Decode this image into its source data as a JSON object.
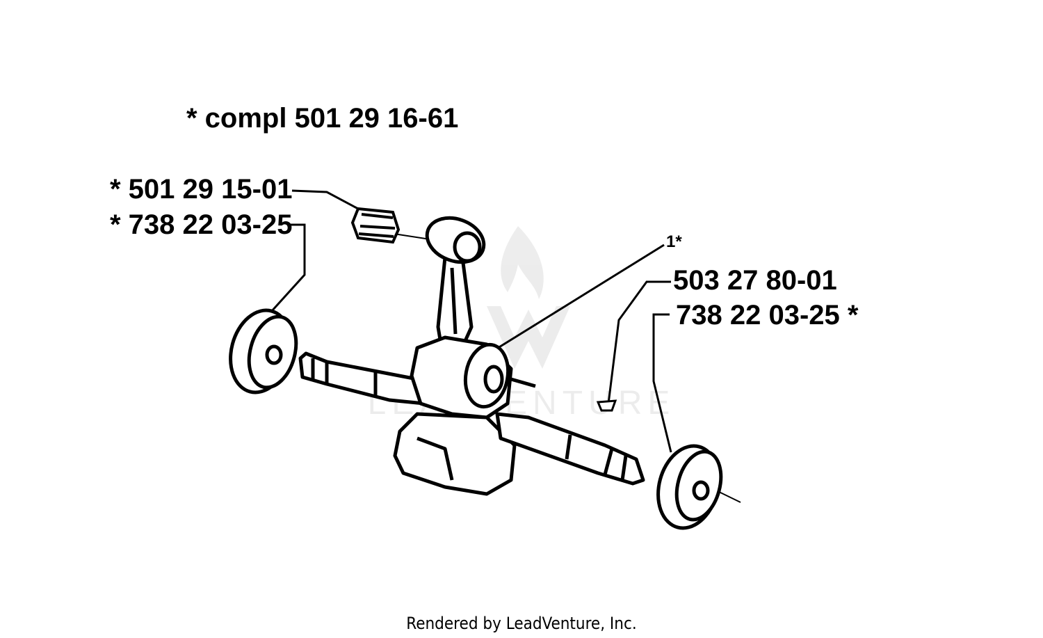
{
  "diagram": {
    "title": "*  compl 501 29 16-61",
    "callouts": [
      {
        "id": "needle-bearing",
        "text": "*  501 29 15-01"
      },
      {
        "id": "left-bearing",
        "text": "*  738 22 03-25"
      },
      {
        "id": "crankshaft-ref",
        "text": "1*"
      },
      {
        "id": "woodruff-key",
        "text": "503 27 80-01"
      },
      {
        "id": "right-bearing",
        "text": "738 22 03-25  *"
      }
    ],
    "watermark": "LEADVENTURE",
    "footer": "Rendered by LeadVenture, Inc."
  }
}
